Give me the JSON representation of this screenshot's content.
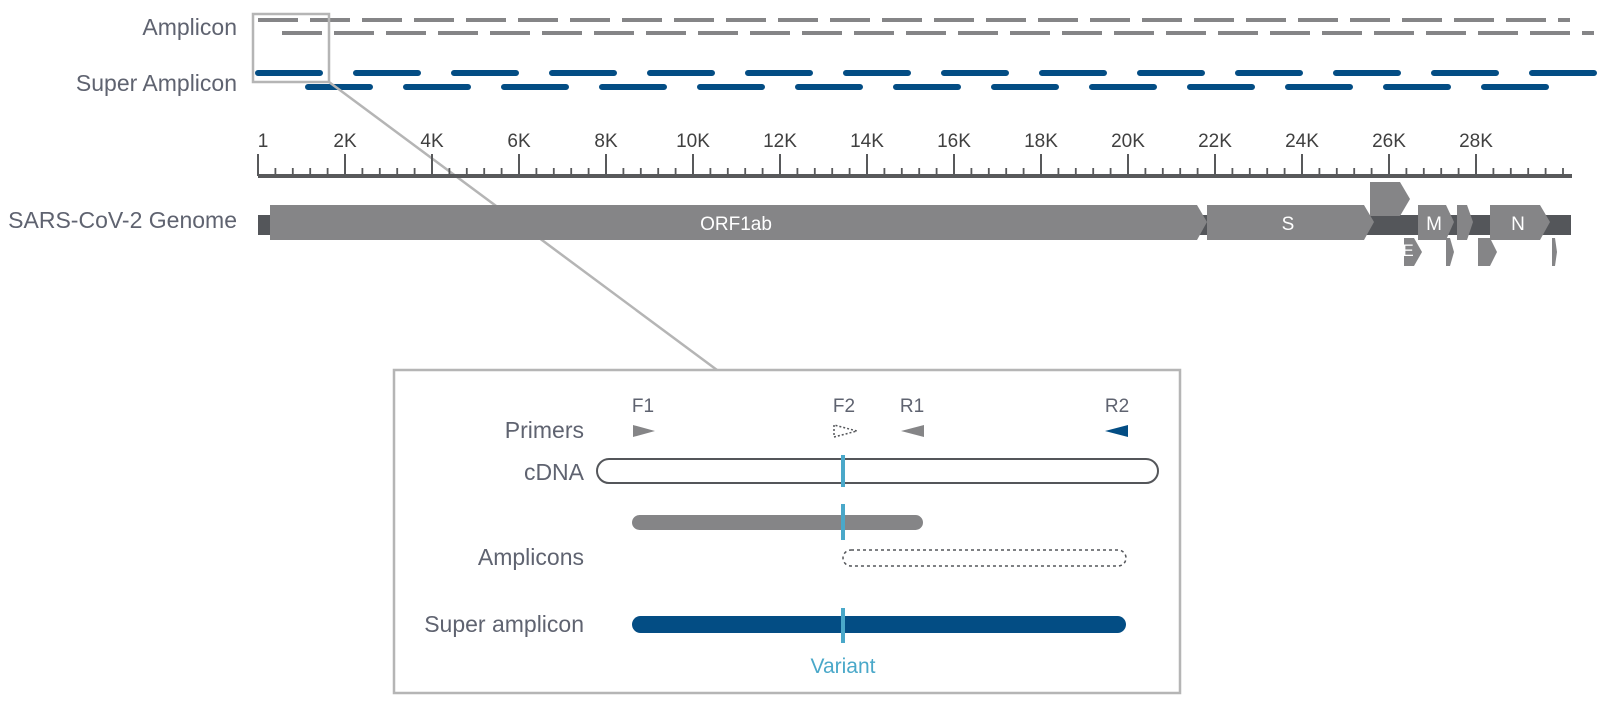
{
  "colors": {
    "gray": "#858587",
    "blue": "#034d84",
    "dark_bar": "#54565a",
    "variant": "#4aa8c9",
    "label": "#5f6370"
  },
  "overview": {
    "amplicon_label": "Amplicon",
    "super_amplicon_label": "Super Amplicon",
    "genome_label": "SARS-CoV-2 Genome"
  },
  "axis": {
    "tick_labels": [
      "1",
      "2K",
      "4K",
      "6K",
      "8K",
      "10K",
      "12K",
      "14K",
      "16K",
      "18K",
      "20K",
      "22K",
      "24K",
      "26K",
      "28K"
    ]
  },
  "genes": {
    "orf1ab": "ORF1ab",
    "s": "S",
    "e": "E",
    "m": "M",
    "n": "N"
  },
  "inset": {
    "primers_label": "Primers",
    "cdna_label": "cDNA",
    "amplicons_label": "Amplicons",
    "super_amplicon_label": "Super amplicon",
    "variant_label": "Variant",
    "primer_names": {
      "f1": "F1",
      "f2": "F2",
      "r1": "R1",
      "r2": "R2"
    }
  }
}
